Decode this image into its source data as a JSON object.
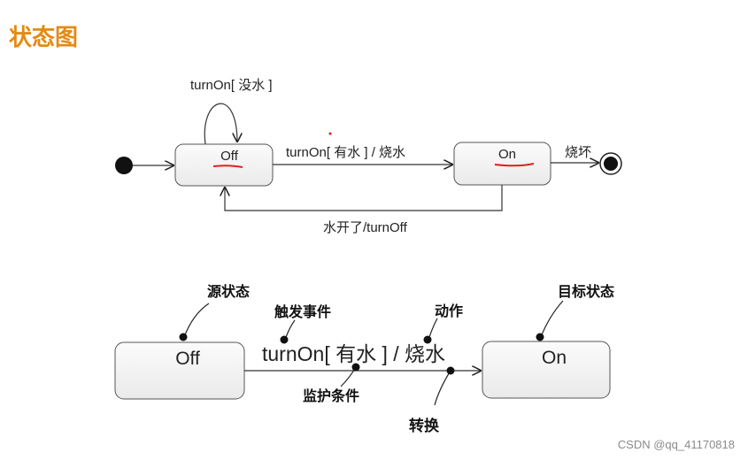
{
  "title": "状态图",
  "diagram_top": {
    "states": [
      "Off",
      "On"
    ],
    "self_transition_label": "turnOn[ 没水 ]",
    "main_transition_label": "turnOn[ 有水 ] / 烧水",
    "end_transition_label": "烧坏",
    "return_transition_label": "水开了/turnOff"
  },
  "diagram_bottom": {
    "source_state": "Off",
    "target_state": "On",
    "transition_label": "turnOn[ 有水 ] / 烧水",
    "annotations": {
      "source_state": "源状态",
      "trigger_event": "触发事件",
      "action": "动作",
      "target_state": "目标状态",
      "guard_condition": "监护条件",
      "transition": "转换"
    }
  },
  "watermark": "CSDN @qq_41170818",
  "colors": {
    "title": "#e58a12",
    "underline": "#e02020",
    "state_fill": "#f2f2f2"
  }
}
